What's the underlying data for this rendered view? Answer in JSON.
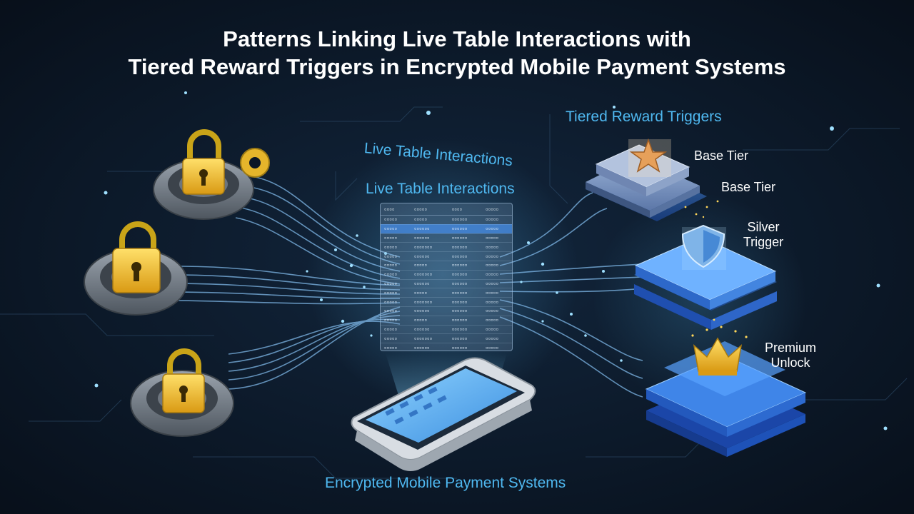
{
  "title": {
    "line1": "Patterns Linking Live Table Interactions with",
    "line2": "Tiered Reward Triggers in Encrypted Mobile Payment Systems"
  },
  "labels": {
    "live_table_curved": "Live Table Interactions",
    "live_table": "Live Table Interactions",
    "tiered_triggers": "Tiered Reward Triggers",
    "encrypted_systems": "Encrypted Mobile Payment Systems"
  },
  "tiers": [
    {
      "label": "Base Tier",
      "icon": "star-icon"
    },
    {
      "label": "Base Tier",
      "icon": "none"
    },
    {
      "label": "Silver Trigger",
      "icon": "shield-icon"
    },
    {
      "label": "Premium Unlock",
      "icon": "crown-icon"
    }
  ],
  "locks": [
    {
      "icon": "padlock-gear-icon"
    },
    {
      "icon": "padlock-gear-icon"
    },
    {
      "icon": "padlock-gear-icon"
    }
  ],
  "table": {
    "headers": [
      "▫▫▫▫",
      "▫▫▫▫▫",
      "▫▫▫▫",
      "▫▫▫▫▫"
    ],
    "rows": [
      [
        "▫▫▫▫▫",
        "▫▫▫▫▫",
        "▫▫▫▫▫▫",
        "▫▫▫▫▫"
      ],
      [
        "▫▫▫▫▫",
        "▫▫▫▫▫▫",
        "▫▫▫▫▫▫",
        "▫▫▫▫▫"
      ],
      [
        "▫▫▫▫▫",
        "▫▫▫▫▫▫",
        "▫▫▫▫▫▫",
        "▫▫▫▫▫"
      ],
      [
        "▫▫▫▫▫",
        "▫▫▫▫▫▫▫",
        "▫▫▫▫▫▫",
        "▫▫▫▫▫"
      ],
      [
        "▫▫▫▫▫",
        "▫▫▫▫▫▫",
        "▫▫▫▫▫▫",
        "▫▫▫▫▫"
      ],
      [
        "▫▫▫▫▫",
        "▫▫▫▫▫",
        "▫▫▫▫▫▫",
        "▫▫▫▫▫"
      ],
      [
        "▫▫▫▫▫",
        "▫▫▫▫▫▫▫",
        "▫▫▫▫▫▫",
        "▫▫▫▫▫"
      ],
      [
        "▫▫▫▫▫",
        "▫▫▫▫▫▫",
        "▫▫▫▫▫▫",
        "▫▫▫▫▫"
      ],
      [
        "▫▫▫▫▫",
        "▫▫▫▫▫",
        "▫▫▫▫▫▫",
        "▫▫▫▫▫"
      ],
      [
        "▫▫▫▫▫",
        "▫▫▫▫▫▫▫",
        "▫▫▫▫▫▫",
        "▫▫▫▫▫"
      ],
      [
        "▫▫▫▫▫",
        "▫▫▫▫▫▫",
        "▫▫▫▫▫▫",
        "▫▫▫▫▫"
      ],
      [
        "▫▫▫▫▫",
        "▫▫▫▫▫",
        "▫▫▫▫▫▫",
        "▫▫▫▫▫"
      ],
      [
        "▫▫▫▫▫",
        "▫▫▫▫▫▫",
        "▫▫▫▫▫▫",
        "▫▫▫▫▫"
      ],
      [
        "▫▫▫▫▫",
        "▫▫▫▫▫▫▫",
        "▫▫▫▫▫▫",
        "▫▫▫▫▫"
      ],
      [
        "▫▫▫▫▫",
        "▫▫▫▫▫▫",
        "▫▫▫▫▫▫",
        "▫▫▫▫▫"
      ]
    ]
  },
  "terminal": {
    "icon": "payment-terminal-icon"
  },
  "colors": {
    "background": "#0b1626",
    "accent_blue": "#4fb8f0",
    "gold": "#f2c530",
    "platform": "#3b7fe0"
  }
}
